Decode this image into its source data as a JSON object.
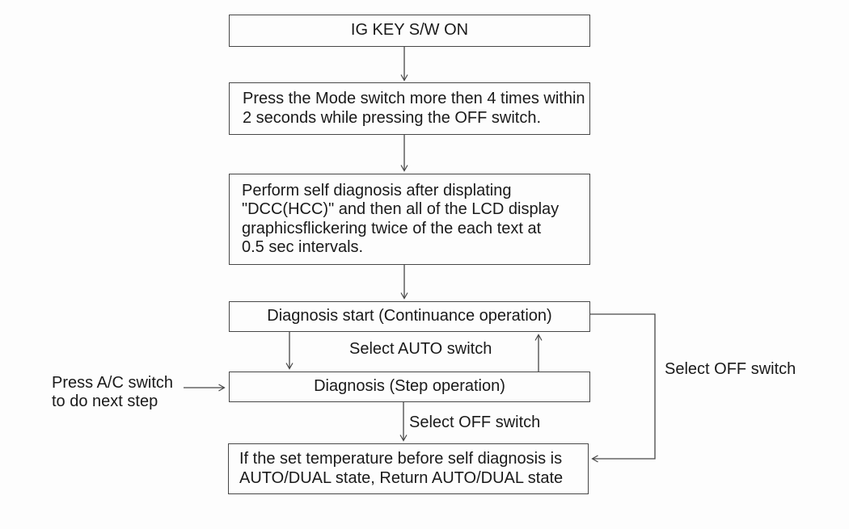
{
  "diagram": {
    "colors": {
      "background": "#fdfdfd",
      "line": "#474747",
      "text": "#1a1a1a"
    },
    "boxes": [
      {
        "name": "ig-key-sw-on",
        "lines": [
          "IG KEY S/W ON"
        ]
      },
      {
        "name": "press-mode-switch",
        "lines": [
          "Press the Mode switch more then 4 times within",
          "2 seconds while pressing the OFF switch."
        ]
      },
      {
        "name": "perform-self-diagnosis",
        "lines": [
          "Perform self diagnosis after displating",
          "\"DCC(HCC)\" and then all of the LCD display",
          "graphicsflickering twice of the each text at",
          "0.5 sec intervals."
        ]
      },
      {
        "name": "diagnosis-start",
        "lines": [
          "Diagnosis start (Continuance operation)"
        ]
      },
      {
        "name": "diagnosis-step",
        "lines": [
          "Diagnosis (Step operation)"
        ]
      },
      {
        "name": "return-auto-dual",
        "lines": [
          "If the set temperature before self diagnosis is",
          "AUTO/DUAL state, Return AUTO/DUAL state"
        ]
      }
    ],
    "labels": {
      "select_auto_switch": "Select AUTO switch",
      "select_off_switch_down": "Select OFF switch",
      "select_off_switch_loop": "Select OFF switch",
      "press_ac_line1": "Press A/C switch",
      "press_ac_line2": "to do next step"
    }
  }
}
